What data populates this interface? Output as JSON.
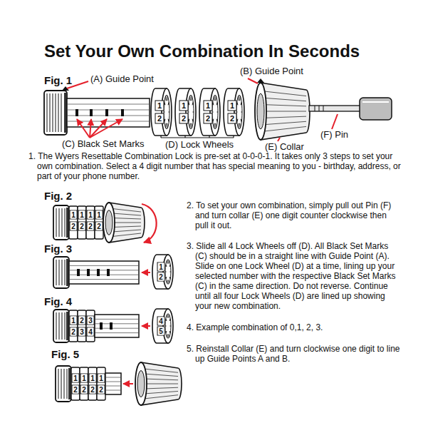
{
  "diagram": {
    "title": "Set Your Own Combination In Seconds",
    "labels": [
      "Fig. 1",
      "(A) Guide Point",
      "(B) Guide Point",
      "1",
      "2",
      "1",
      "2",
      "1",
      "2",
      "1",
      "2",
      "(C) Black Set Marks",
      "(D) Lock Wheels",
      "(E) Collar",
      "(F) Pin",
      "1. The Wyers Resettable Combination Lock is pre-set at 0-0-0-1. It takes only 3 steps to set your own combination. Select a 4 digit number that has special meaning to you - birthday, address, or part of your phone number.",
      "Fig. 2",
      "1",
      "1",
      "1",
      "1",
      "2",
      "2",
      "2",
      "2",
      "2. To set your own combination, simply pull out Pin (F) and turn collar (E) one digit counter clockwise then pull it out.",
      "Fig. 3",
      "1",
      "2",
      "3. Slide all 4 Lock Wheels off (D). All Black Set Marks (C) should be in a straight line with Guide Point (A). Slide on one Lock Wheel (D) at a time, lining up your selected number with the respective Black Set Marks (C) in the same direction. Do not reverse. Continue until all four Lock Wheels (D) are lined up showing your new combination.",
      "Fig. 4",
      "1",
      "2",
      "3",
      "2",
      "3",
      "4",
      "4",
      "5",
      "4. Example combination of 0,1, 2, 3.",
      "Fig. 5",
      "1",
      "1",
      "1",
      "1",
      "2",
      "2",
      "2",
      "2",
      "5. Reinstall Collar (E) and turn clockwise one digit to line up Guide Points A and B."
    ]
  }
}
